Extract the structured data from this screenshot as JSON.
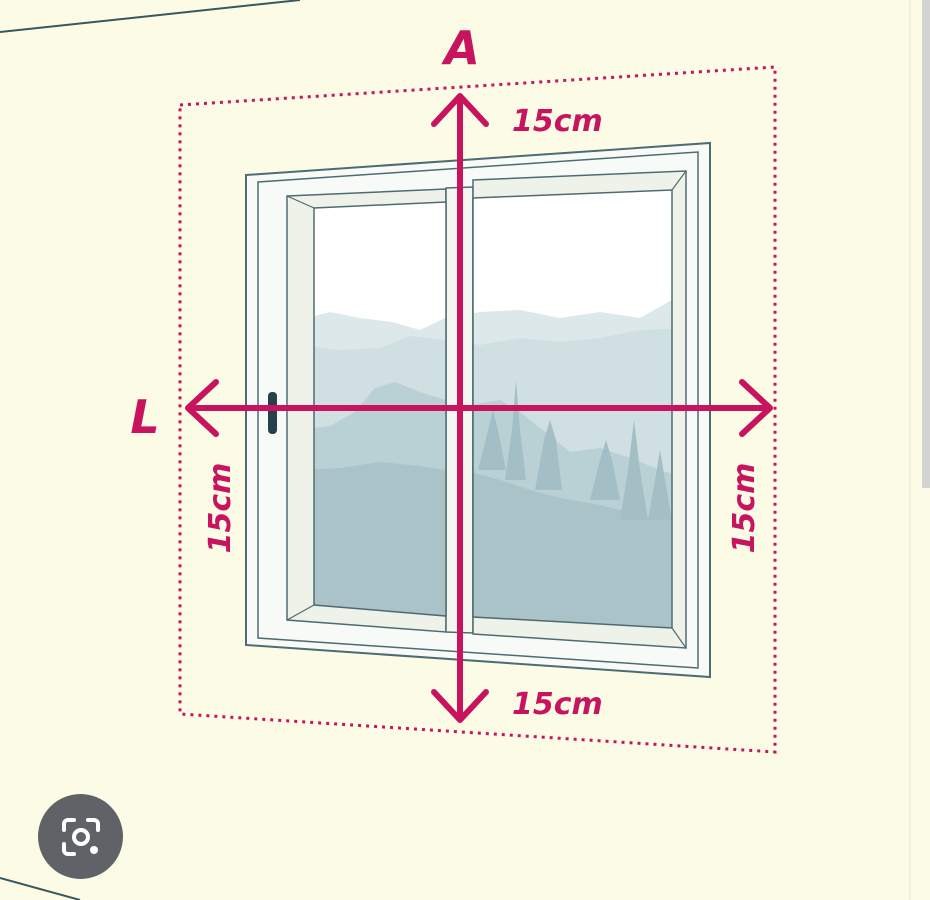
{
  "diagram": {
    "height_label": "A",
    "width_label": "L",
    "top_margin": "15cm",
    "bottom_margin": "15cm",
    "left_margin": "15cm",
    "right_margin": "15cm"
  },
  "colors": {
    "wall": "#fcfce6",
    "measure": "#c8145f",
    "frame": "#f8faf7",
    "frame_stroke": "#4d6c72",
    "sky": "#ffffff",
    "hills": "#b5cdd2"
  },
  "controls": {
    "lens_icon": "camera-search-icon"
  }
}
